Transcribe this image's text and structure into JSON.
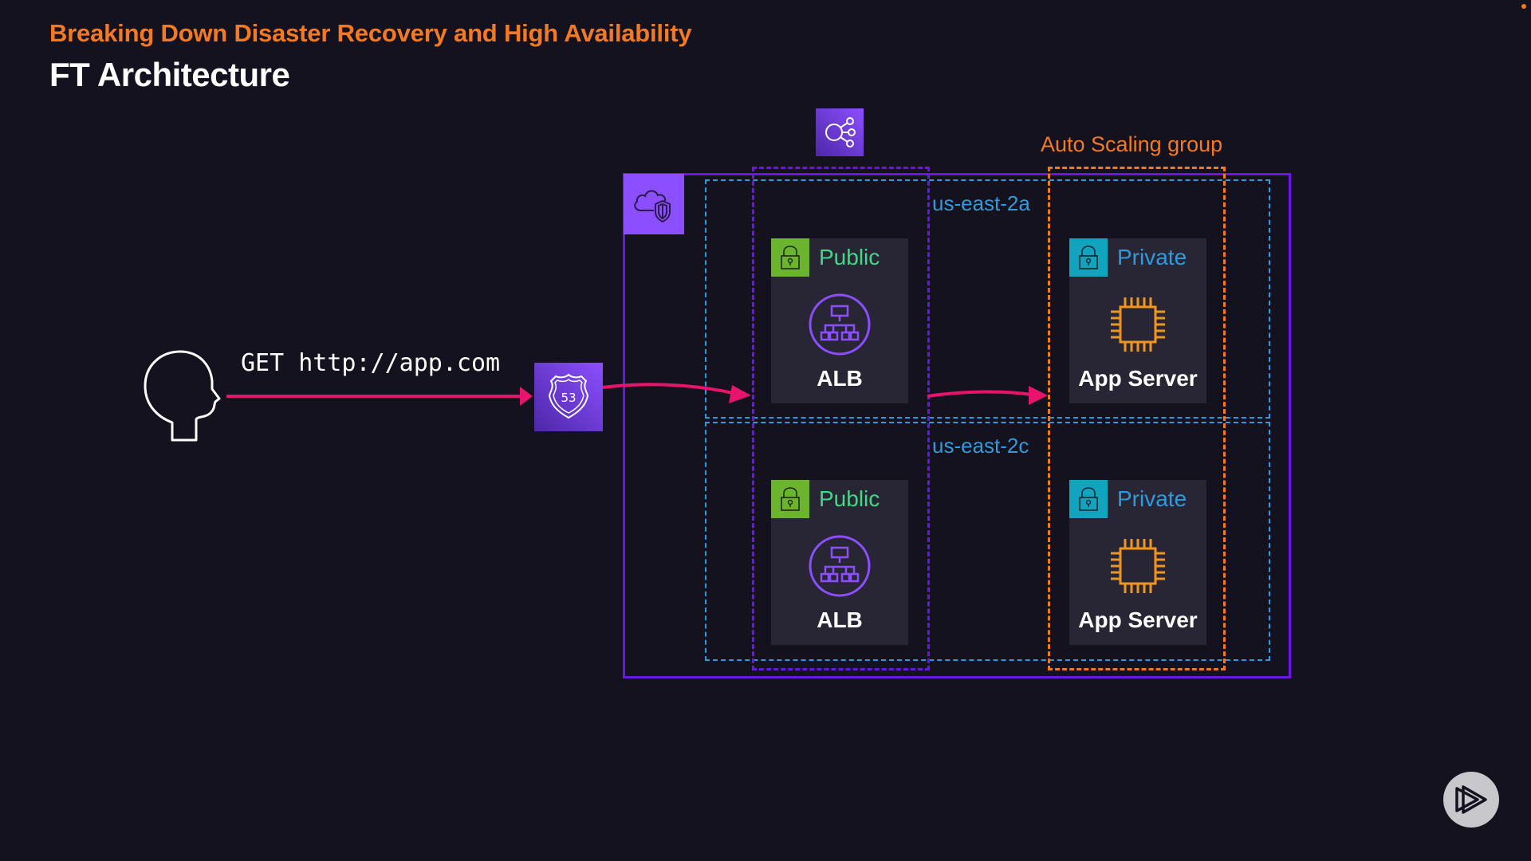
{
  "header": {
    "subtitle": "Breaking Down Disaster Recovery and High Availability",
    "title": "FT Architecture"
  },
  "client": {
    "icon": "user-head-icon",
    "request_label": "GET http://app.com"
  },
  "services": {
    "route53": {
      "icon": "route53-icon",
      "label": "53"
    },
    "elb": {
      "icon": "elastic-load-balancing-icon"
    },
    "vpc": {
      "icon": "vpc-cloud-shield-icon"
    }
  },
  "groups": {
    "auto_scaling_label": "Auto Scaling group"
  },
  "availability_zones": [
    {
      "label": "us-east-2a",
      "subnets": [
        {
          "type": "Public",
          "icon": "lock-icon",
          "resource": "ALB",
          "resource_icon": "load-balancer-icon"
        },
        {
          "type": "Private",
          "icon": "lock-icon",
          "resource": "App Server",
          "resource_icon": "ec2-chip-icon"
        }
      ]
    },
    {
      "label": "us-east-2c",
      "subnets": [
        {
          "type": "Public",
          "icon": "lock-icon",
          "resource": "ALB",
          "resource_icon": "load-balancer-icon"
        },
        {
          "type": "Private",
          "icon": "lock-icon",
          "resource": "App Server",
          "resource_icon": "ec2-chip-icon"
        }
      ]
    }
  ],
  "colors": {
    "background": "#14121e",
    "accent_orange": "#f37a23",
    "vpc_purple": "#6d14e8",
    "az_blue": "#2e9ae0",
    "public_green": "#6ab42e",
    "private_teal": "#12a4bf",
    "arrow_pink": "#e8136c"
  },
  "branding": {
    "logo": "pluralsight-play-logo"
  }
}
